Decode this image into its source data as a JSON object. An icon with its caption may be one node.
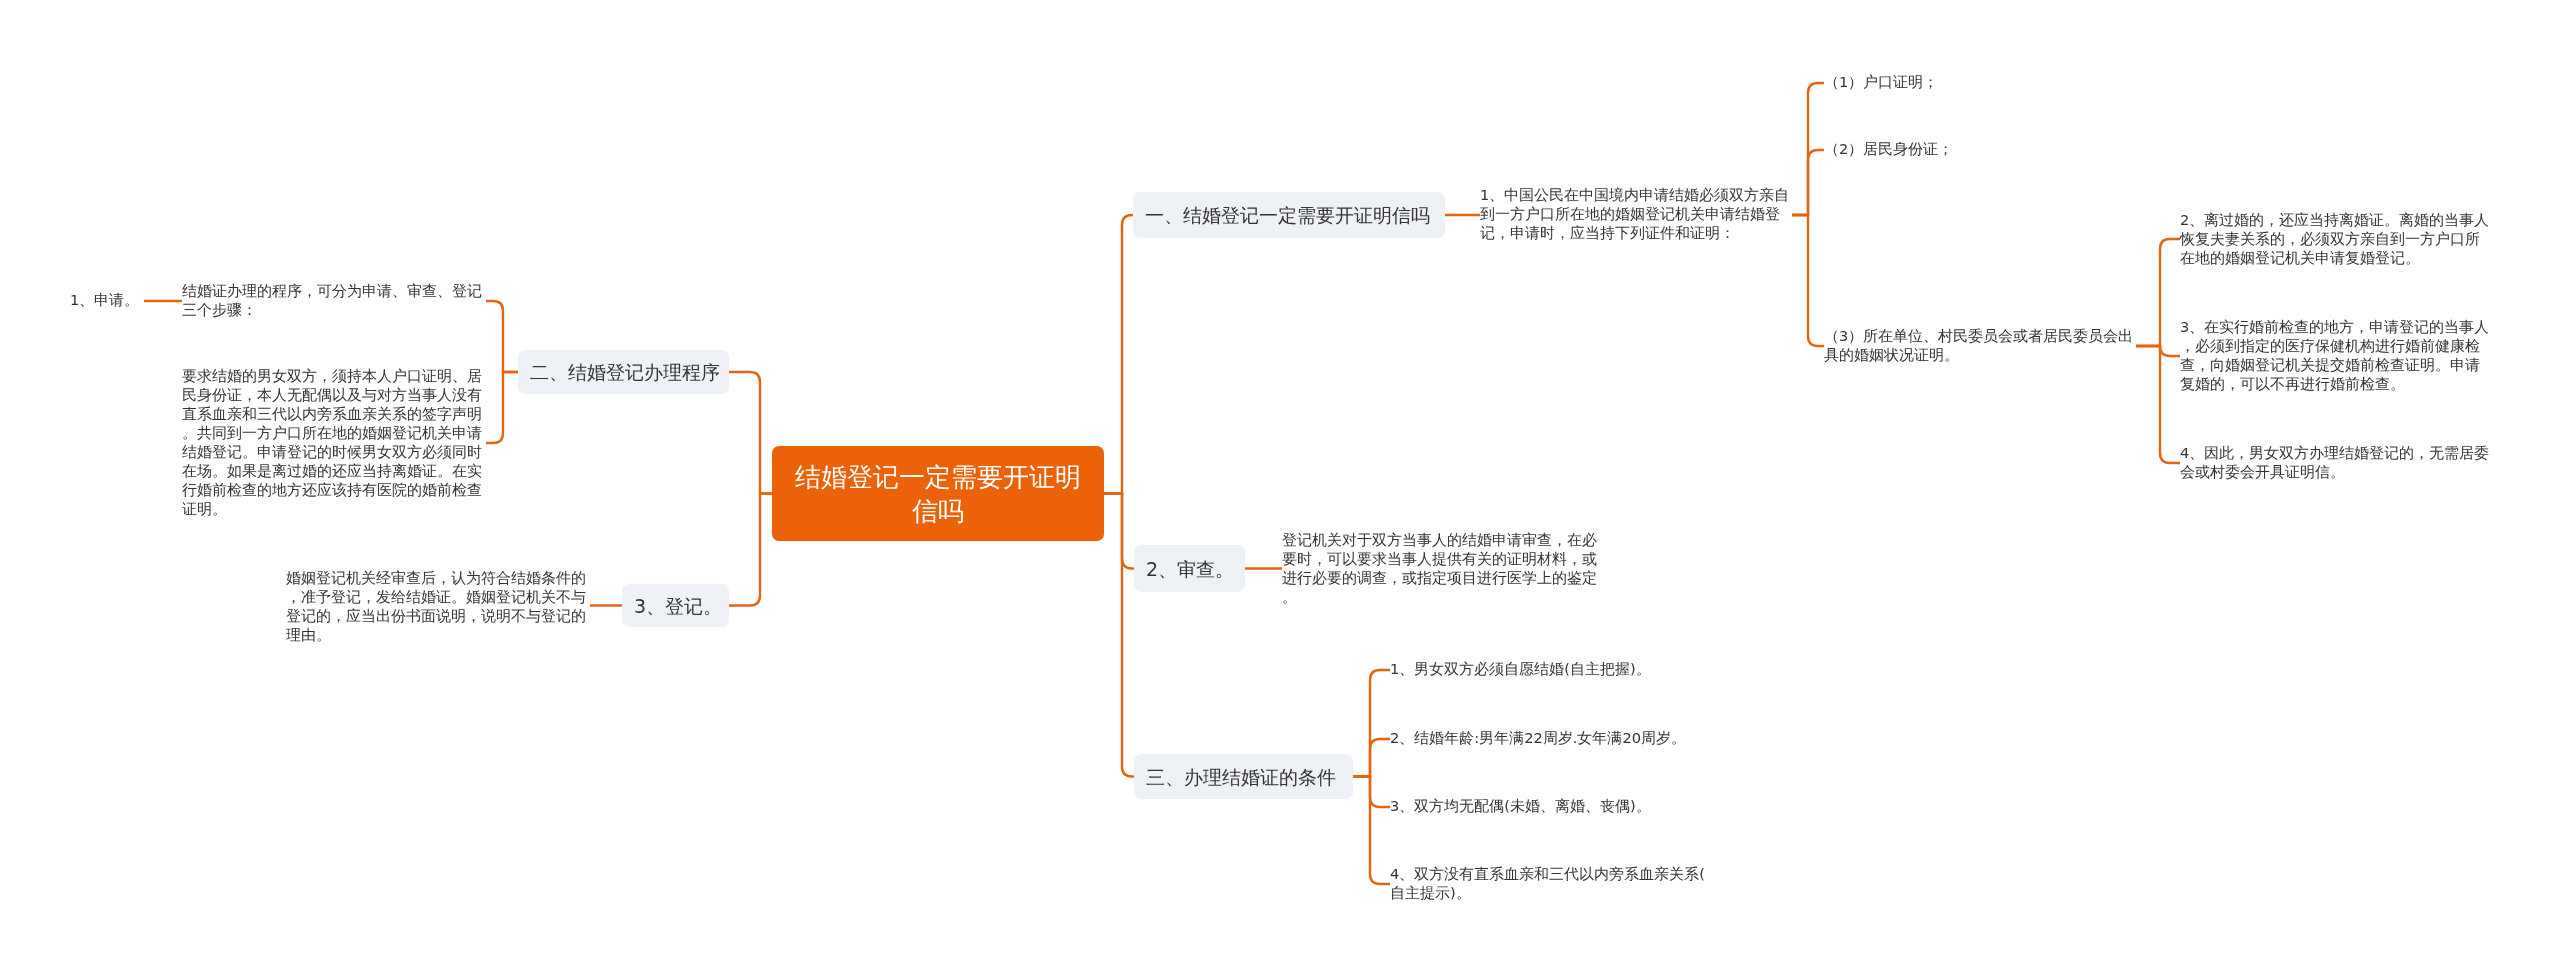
{
  "diagram": {
    "nodes": [
      {
        "text": [
          "结婚登记一定需要开证明信吗"
        ]
      },
      {
        "text": [
          "二、结婚登记办理程序"
        ]
      },
      {
        "text": [
          "结婚证办理的程序，可分为申请、审查、登记三个步骤："
        ]
      },
      {
        "text": [
          "要求结婚的男女双方，须持本人户口证明、居民身份证，本人无配偶以及与对方当事人没有直系血亲和三代以内旁系血亲关系的签字声明。共同到一方户口所在地的婚姻登记机关申请结婚登记。申请登记的时候男女双方必须同时在场。如果是离过婚的还应当持离婚证。在实行婚前检查的地方还应该持有医院的婚前检查证明。"
        ]
      },
      {
        "text": [
          "1、申请。"
        ]
      },
      {
        "text": [
          "3、登记。"
        ]
      },
      {
        "text": [
          "婚姻登记机关经审查后，认为符合结婚条件的，准予登记，发给结婚证。婚姻登记机关不与登记的，应当出份书面说明，说明不与登记的理由。"
        ]
      },
      {
        "text": [
          "一、结婚登记一定需要开证明信吗"
        ]
      },
      {
        "text": [
          "1、中国公民在中国境内申请结婚必须双方亲自到一方户口所在地的婚姻登记机关申请结婚登记，申请时，应当持下列证件和证明："
        ]
      },
      {
        "text": [
          "（1）户口证明；"
        ]
      },
      {
        "text": [
          "（2）居民身份证；"
        ]
      },
      {
        "text": [
          "（3）所在单位、村民委员会或者居民委员会出具的婚姻状况证明。"
        ]
      },
      {
        "text": [
          "2、离过婚的，还应当持离婚证。离婚的当事人恢复夫妻关系的，必须双方亲自到一方户口所在地的婚姻登记机关申请复婚登记。"
        ]
      },
      {
        "text": [
          "3、在实行婚前检查的地方，申请登记的当事人，必须到指定的医疗保健机构进行婚前健康检查，向婚姻登记机关提交婚前检查证明。申请复婚的，可以不再进行婚前检查。"
        ]
      },
      {
        "text": [
          "4、因此，男女双方办理结婚登记的，无需居委会或村委会开具证明信。"
        ]
      },
      {
        "text": [
          "2、审查。"
        ]
      },
      {
        "text": [
          "登记机关对于双方当事人的结婚申请审查，在必要时，可以要求当事人提供有关的证明材料，或进行必要的调查，或指定项目进行医学上的鉴定。"
        ]
      },
      {
        "text": [
          "三、办理结婚证的条件"
        ]
      },
      {
        "text": [
          "1、男女双方必须自愿结婚(自主把握)。"
        ]
      },
      {
        "text": [
          "2、结婚年龄:男年满22周岁.女年满20周岁。"
        ]
      },
      {
        "text": [
          "3、双方均无配偶(未婚、离婚、丧偶)。"
        ]
      },
      {
        "text": [
          "4、双方没有直系血亲和三代以内旁系血亲关系(自主提示)。"
        ]
      }
    ],
    "edges": [
      {
        "from": 0,
        "to": 1,
        "arrow": "none"
      },
      {
        "from": 0,
        "to": 5,
        "arrow": "none"
      },
      {
        "from": 1,
        "to": 2,
        "arrow": "none"
      },
      {
        "from": 1,
        "to": 3,
        "arrow": "none"
      },
      {
        "from": 2,
        "to": 4,
        "arrow": "none"
      },
      {
        "from": 5,
        "to": 6,
        "arrow": "none"
      },
      {
        "from": 0,
        "to": 7,
        "arrow": "none"
      },
      {
        "from": 0,
        "to": 15,
        "arrow": "none"
      },
      {
        "from": 0,
        "to": 17,
        "arrow": "none"
      },
      {
        "from": 7,
        "to": 8,
        "arrow": "none"
      },
      {
        "from": 8,
        "to": 9,
        "arrow": "none"
      },
      {
        "from": 8,
        "to": 10,
        "arrow": "none"
      },
      {
        "from": 8,
        "to": 11,
        "arrow": "none"
      },
      {
        "from": 11,
        "to": 12,
        "arrow": "none"
      },
      {
        "from": 11,
        "to": 13,
        "arrow": "none"
      },
      {
        "from": 11,
        "to": 14,
        "arrow": "none"
      },
      {
        "from": 15,
        "to": 16,
        "arrow": "none"
      },
      {
        "from": 17,
        "to": 18,
        "arrow": "none"
      },
      {
        "from": 17,
        "to": 19,
        "arrow": "none"
      },
      {
        "from": 17,
        "to": 20,
        "arrow": "none"
      },
      {
        "from": 17,
        "to": 21,
        "arrow": "none"
      }
    ]
  }
}
